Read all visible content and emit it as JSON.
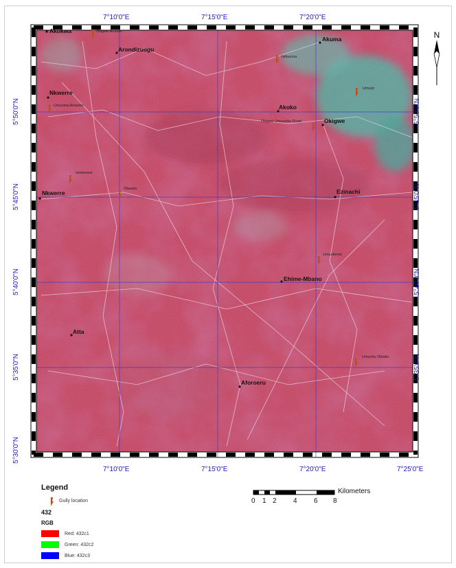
{
  "top_ticks": [
    "7°10'0\"E",
    "7°15'0\"E",
    "7°20'0\"E"
  ],
  "bottom_ticks": [
    "7°10'0\"E",
    "7°15'0\"E",
    "7°20'0\"E",
    "7°25'0\"E"
  ],
  "left_ticks": [
    "5°50'0\"N",
    "5°45'0\"N",
    "5°40'0\"N",
    "5°35'0\"N",
    "5°30'0\"N"
  ],
  "right_ticks": [
    "5°50'0\"N",
    "5°45'0\"N",
    "5°40'0\"N",
    "5°35'0\"N"
  ],
  "places": [
    "Akokwa",
    "Arondizuogu",
    "Akuma",
    "Nkwerre",
    "Akoko",
    "Okigwe",
    "Nkwerre",
    "Ezinachi",
    "Ehime-Mbano",
    "Atta",
    "Aforoeru"
  ],
  "gully_labels": [
    "Okigwe Arondu",
    "Isikuoma",
    "Umuiyi",
    "Umuoma Amaoke",
    "Okigwe Umuezika Road",
    "Isiekenesi",
    "Obeadu",
    "Umuokeme",
    "Umuchu Obiako"
  ],
  "north_label": "N",
  "legend": {
    "title": "Legend",
    "gully_label": "Gully location",
    "band_combo": "432",
    "rgb_label": "RGB",
    "channels": [
      {
        "label": "Red:  432c1",
        "color": "#ff0000"
      },
      {
        "label": "Green:  432c2",
        "color": "#00ff00"
      },
      {
        "label": "Blue:  432c3",
        "color": "#0000ff"
      }
    ]
  },
  "scale": {
    "unit": "Kilometers",
    "ticks": [
      "0",
      "1",
      "2",
      "4",
      "6",
      "8"
    ]
  },
  "colors": {
    "imagery_base": "#c0405e",
    "vegetation_cyan": "#4aa89a",
    "grid_line": "#3333cc",
    "coord_text": "#1a1ab8"
  }
}
